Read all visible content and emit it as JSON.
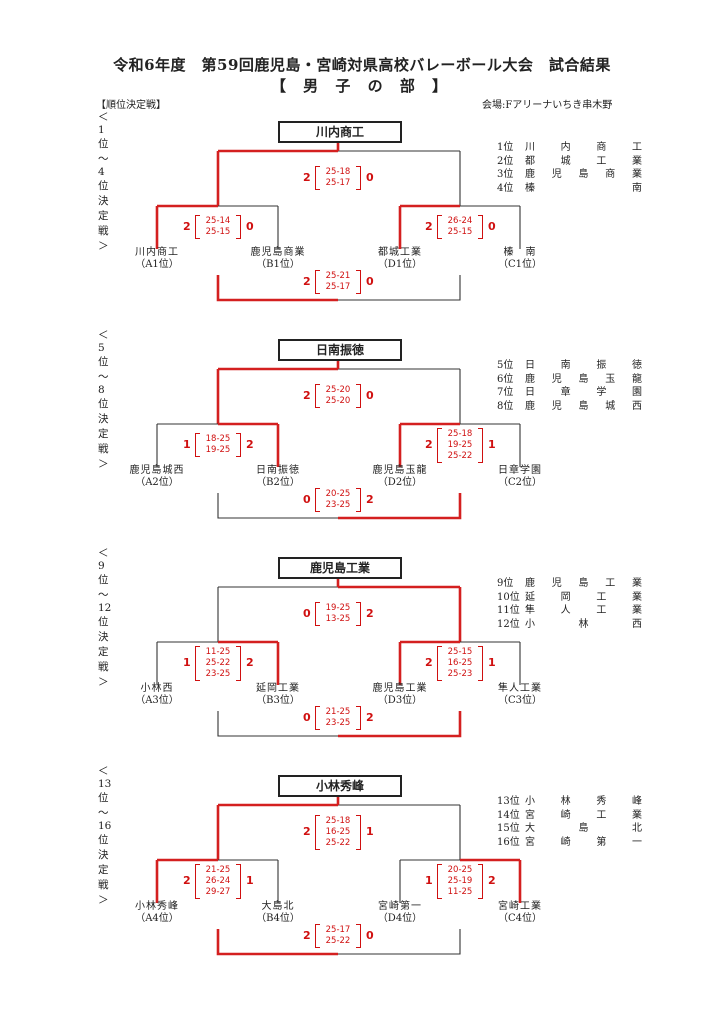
{
  "header": {
    "title": "令和6年度　第59回鹿児島・宮崎対県高校バレーボール大会　試合結果",
    "subtitle": "【 男 子 の 部 】",
    "section_label": "【順位決定戦】",
    "venue": "会場:Fアリーナいちき串木野"
  },
  "sections": [
    {
      "label": "＜1位～4位  決定戦＞",
      "champion": "川内商工",
      "teams": [
        {
          "name": "川内商工",
          "seed": "（A1位）"
        },
        {
          "name": "鹿児島商業",
          "seed": "（B1位）"
        },
        {
          "name": "都城工業",
          "seed": "（D1位）"
        },
        {
          "name": "榛　南",
          "seed": "（C1位）"
        }
      ],
      "matches": {
        "final": {
          "left": "2",
          "right": "0",
          "sets": [
            "25-18",
            "25-17"
          ]
        },
        "semi_left": {
          "left": "2",
          "right": "0",
          "sets": [
            "25-14",
            "25-15"
          ]
        },
        "semi_right": {
          "left": "2",
          "right": "0",
          "sets": [
            "26-24",
            "25-15"
          ]
        },
        "third": {
          "left": "2",
          "right": "0",
          "sets": [
            "25-21",
            "25-17"
          ]
        }
      },
      "ranks": [
        {
          "pos": "1位",
          "name": "川内商工"
        },
        {
          "pos": "2位",
          "name": "都城工業"
        },
        {
          "pos": "3位",
          "name": "鹿児島商業"
        },
        {
          "pos": "4位",
          "name": "榛南"
        }
      ]
    },
    {
      "label": "＜5位～8位  決定戦＞",
      "champion": "日南振徳",
      "teams": [
        {
          "name": "鹿児島城西",
          "seed": "（A2位）"
        },
        {
          "name": "日南振徳",
          "seed": "（B2位）"
        },
        {
          "name": "鹿児島玉龍",
          "seed": "（D2位）"
        },
        {
          "name": "日章学園",
          "seed": "（C2位）"
        }
      ],
      "matches": {
        "final": {
          "left": "2",
          "right": "0",
          "sets": [
            "25-20",
            "25-20"
          ]
        },
        "semi_left": {
          "left": "1",
          "right": "2",
          "sets": [
            "18-25",
            "19-25"
          ]
        },
        "semi_right": {
          "left": "2",
          "right": "1",
          "sets": [
            "25-18",
            "19-25",
            "25-22"
          ]
        },
        "third": {
          "left": "0",
          "right": "2",
          "sets": [
            "20-25",
            "23-25"
          ]
        }
      },
      "ranks": [
        {
          "pos": "5位",
          "name": "日南振徳"
        },
        {
          "pos": "6位",
          "name": "鹿児島玉龍"
        },
        {
          "pos": "7位",
          "name": "日章学園"
        },
        {
          "pos": "8位",
          "name": "鹿児島城西"
        }
      ]
    },
    {
      "label": "＜9位～12位  決定戦＞",
      "champion": "鹿児島工業",
      "teams": [
        {
          "name": "小林西",
          "seed": "（A3位）"
        },
        {
          "name": "延岡工業",
          "seed": "（B3位）"
        },
        {
          "name": "鹿児島工業",
          "seed": "（D3位）"
        },
        {
          "name": "隼人工業",
          "seed": "（C3位）"
        }
      ],
      "matches": {
        "final": {
          "left": "0",
          "right": "2",
          "sets": [
            "19-25",
            "13-25"
          ]
        },
        "semi_left": {
          "left": "1",
          "right": "2",
          "sets": [
            "11-25",
            "25-22",
            "23-25"
          ]
        },
        "semi_right": {
          "left": "2",
          "right": "1",
          "sets": [
            "25-15",
            "16-25",
            "25-23"
          ]
        },
        "third": {
          "left": "0",
          "right": "2",
          "sets": [
            "21-25",
            "23-25"
          ]
        }
      },
      "ranks": [
        {
          "pos": "9位",
          "name": "鹿児島工業"
        },
        {
          "pos": "10位",
          "name": "延岡工業"
        },
        {
          "pos": "11位",
          "name": "隼人工業"
        },
        {
          "pos": "12位",
          "name": "小林西"
        }
      ]
    },
    {
      "label": "＜13位～16位  決定戦＞",
      "champion": "小林秀峰",
      "teams": [
        {
          "name": "小林秀峰",
          "seed": "（A4位）"
        },
        {
          "name": "大島北",
          "seed": "（B4位）"
        },
        {
          "name": "宮崎第一",
          "seed": "（D4位）"
        },
        {
          "name": "宮崎工業",
          "seed": "（C4位）"
        }
      ],
      "matches": {
        "final": {
          "left": "2",
          "right": "1",
          "sets": [
            "25-18",
            "16-25",
            "25-22"
          ]
        },
        "semi_left": {
          "left": "2",
          "right": "1",
          "sets": [
            "21-25",
            "26-24",
            "29-27"
          ]
        },
        "semi_right": {
          "left": "1",
          "right": "2",
          "sets": [
            "20-25",
            "25-19",
            "11-25"
          ]
        },
        "third": {
          "left": "2",
          "right": "0",
          "sets": [
            "25-17",
            "25-22"
          ]
        }
      },
      "ranks": [
        {
          "pos": "13位",
          "name": "小林秀峰"
        },
        {
          "pos": "14位",
          "name": "宮崎工業"
        },
        {
          "pos": "15位",
          "name": "大島北"
        },
        {
          "pos": "16位",
          "name": "宮崎第一"
        }
      ]
    }
  ],
  "colors": {
    "winner_line": "#d42020",
    "loser_line": "#333333",
    "score_text": "#d01010"
  }
}
